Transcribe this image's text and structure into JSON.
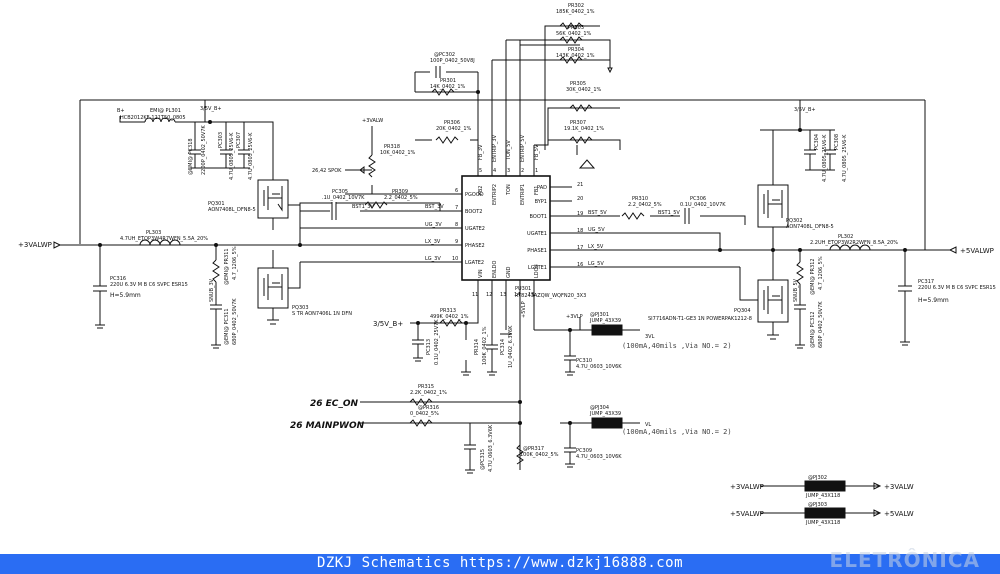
{
  "footer": {
    "text": "DZKJ Schematics https://www.dzkj16888.com",
    "logo": "ELETRÔNICA"
  },
  "nets": {
    "v3_in": "+3VALWP",
    "v5_out": "+5VALWP",
    "v3_5": "3/5V_B+",
    "bplus": "B+",
    "v3alw": "+3VALW",
    "v3lp": "+3VLP",
    "lx3": "LX_3V",
    "ug3": "UG_3V",
    "lg3": "LG_3V",
    "bst3": "BST_3V",
    "bst1_3": "BST1_3V",
    "lx5": "LX_5V",
    "ug5": "UG_5V",
    "lg5": "LG_5V",
    "bst5": "BST_5V",
    "bst1_5": "BST1_5V",
    "ec_on": "26  EC_ON",
    "mainpwon": "26  MAINPWON",
    "spok_ref": "26,42",
    "spok": "SPOK",
    "vl": "VL",
    "v3l": "3VL",
    "vin_pin": "+5VLP",
    "jump_out1": "+3VALW",
    "jump_out2": "+5VALW",
    "jump_in1": "+3VALWP",
    "jump_in2": "+5VALWP"
  },
  "ic": {
    "ref": "PU301",
    "part": "RT8243AZQW_WQFN20_3X3",
    "left_pins": [
      {
        "name": "PGOOD",
        "num": "6"
      },
      {
        "name": "BOOT2",
        "num": "7"
      },
      {
        "name": "UGATE2",
        "num": "8"
      },
      {
        "name": "PHASE2",
        "num": "9"
      },
      {
        "name": "LGATE2",
        "num": "10"
      }
    ],
    "right_pins": [
      {
        "name": "PAD",
        "num": "21"
      },
      {
        "name": "BYP1",
        "num": "20"
      },
      {
        "name": "BOOT1",
        "num": "19"
      },
      {
        "name": "UGATE1",
        "num": "18"
      },
      {
        "name": "PHASE1",
        "num": "17"
      },
      {
        "name": "LGATE1",
        "num": "16"
      }
    ],
    "top_pins": [
      "FB2",
      "ENTRIP2",
      "TON",
      "ENTRIP1",
      "FB1"
    ],
    "top_nums": [
      "5",
      "4",
      "3",
      "2",
      "1"
    ],
    "top_outer": [
      "FB_3V",
      "ENTRIP_3V",
      "TON_5V",
      "ENTRIP_5V",
      "FB_5V"
    ],
    "bottom_pins": [
      "VIN",
      "ENLDO",
      "GND",
      "LDO3"
    ],
    "bottom_nums": [
      "11",
      "12",
      "13",
      "14",
      "15"
    ]
  },
  "parts": {
    "pr302": [
      "PR302",
      "185K_0402_1%"
    ],
    "pr303": [
      "PR303",
      "56K_0402_1%"
    ],
    "pr304": [
      "PR304",
      "143K_0402_1%"
    ],
    "pc302": [
      "@PC302",
      "100P_0402_50V8J"
    ],
    "pr301": [
      "PR301",
      "14K_0402_1%"
    ],
    "pr305": [
      "PR305",
      "30K_0402_1%"
    ],
    "pr306": [
      "PR306",
      "20K_0402_1%"
    ],
    "pr307": [
      "PR307",
      "19.1K_0402_1%"
    ],
    "pr318": [
      "PR318",
      "10K_0402_1%"
    ],
    "pl301": [
      "EMI@ PL301",
      "HCB2012KF-121T50_0805"
    ],
    "pc318": [
      "@EMI@ PC318",
      "2200P_0402_50V7K"
    ],
    "pc303": [
      "PC303",
      "4.7U_0805_25V6-K"
    ],
    "pc307": [
      "PC307",
      "4.7U_0805_25V6-K"
    ],
    "pq301": [
      "PQ301",
      "AON7408L_DFN8-5"
    ],
    "pc305": [
      "PC305",
      ".1U_0402_10V7K"
    ],
    "pr309": [
      "PR309",
      "2.2_0402_5%"
    ],
    "pl303": [
      "PL303",
      "4.7UH_ETQP3W4R7WFN_5.5A_20%"
    ],
    "pc316": [
      "PC316",
      "220U 6.3V M B C6 SVPC ESR15",
      "H=5.9mm"
    ],
    "pr311": [
      "@EMI@ PR311",
      "4.7_1206_5%"
    ],
    "snb3": [
      "SNUB_3V"
    ],
    "pc311": [
      "@EMI@ PC311",
      "680P_0402_50V7K"
    ],
    "pq303": [
      "PQ303",
      "S TR AON7406L 1N DFN"
    ],
    "pr313": [
      "PR313",
      "499K_0402_1%"
    ],
    "pc313": [
      "PC313",
      "0.1U_0402_25V7K"
    ],
    "pr314": [
      "PR314",
      "100K_0402_1%"
    ],
    "pc314": [
      "PC314",
      "1U_0402_6.3V6K"
    ],
    "pr315": [
      "PR315",
      "2.2K_0402_1%"
    ],
    "pr316": [
      "@PR316",
      "0_0402_5%"
    ],
    "pc315": [
      "@PC315",
      "4.7U_0603_6.3V6K"
    ],
    "pr317": [
      "@PR317",
      "100K_0402_5%"
    ],
    "pr310": [
      "PR310",
      "2.2_0402_5%"
    ],
    "pc306": [
      "PC306",
      "0.1U_0402_10V7K"
    ],
    "pq302": [
      "PQ302",
      "AON7408L_DFN8-5"
    ],
    "pq304": [
      "PQ304",
      "SI7716ADN-T1-GE3 1N POWERPAK1212-8"
    ],
    "pl302": [
      "PL302",
      "2.2UH_ETQP3W2R2WFN_8.5A_20%"
    ],
    "pc304": [
      "PC304",
      "4.7U_0805_25V6-K"
    ],
    "pc308": [
      "PC308",
      "4.7U_0805_25V6-K"
    ],
    "pr312": [
      "@EMI@ PR312",
      "4.7_1206_5%"
    ],
    "snb5": [
      "SNUB_5V"
    ],
    "pc312": [
      "@EMI@ PC312",
      "680P_0402_50V7K"
    ],
    "pc317": [
      "PC317",
      "220U 6.3V M B C6 SVPC ESR15",
      "H=5.9mm"
    ],
    "pj301": [
      "@PJ301",
      "JUMP_43X39"
    ],
    "pj304": [
      "@PJ304",
      "JUMP_43X39"
    ],
    "pc310": [
      "PC310",
      "4.7U_0603_10V6K"
    ],
    "pc309": [
      "PC309",
      "4.7U_0603_10V6K"
    ],
    "note1": "(100mA,40mils ,Via NO.= 2)",
    "note2": "(100mA,40mils ,Via NO.= 2)",
    "pj302": [
      "@PJ302",
      "JUMP_43X118"
    ],
    "pj303": [
      "@PJ303",
      "JUMP_43X118"
    ]
  }
}
